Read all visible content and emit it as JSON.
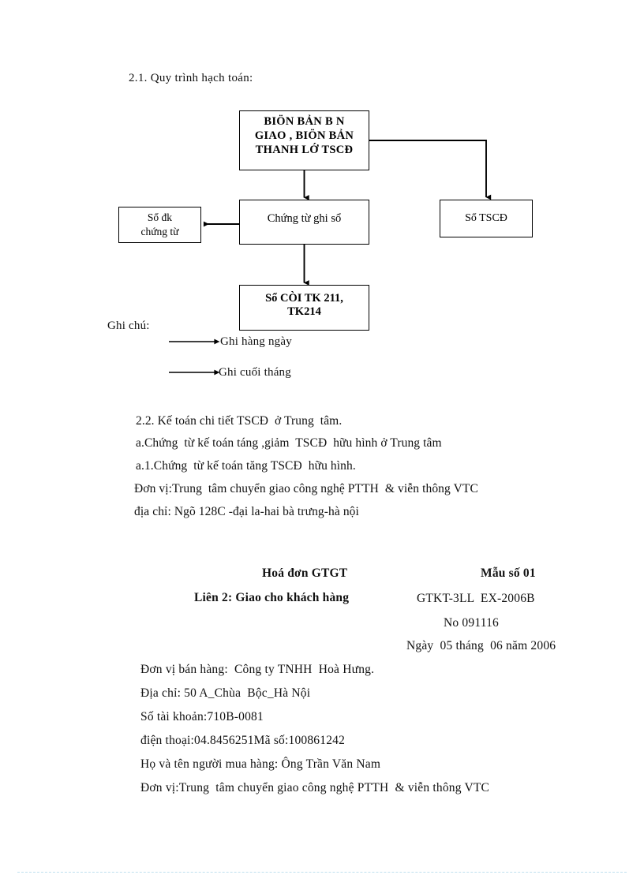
{
  "document": {
    "heading": "2.1. Quy trình hạch toán:"
  },
  "flowchart": {
    "nodes": [
      {
        "id": "bien-ban",
        "label": "BIÖN BẢN B   N\nGIAO , BIÖN BẢN\nTHANH LỚ TSCĐ"
      },
      {
        "id": "chung-tu-ghi-so",
        "label": "Chứng từ ghi sổ"
      },
      {
        "id": "so-dk-chung-tu",
        "label": "Sổ đk\nchứng từ"
      },
      {
        "id": "so-tscd",
        "label": "Sổ TSCĐ"
      },
      {
        "id": "so-cai",
        "label": "Sổ CÒI TK 211,\nTK214"
      }
    ],
    "legend": {
      "title": "Ghi chú:",
      "daily": "Ghi hàng ngày",
      "monthly": "Ghi cuối tháng"
    }
  },
  "body": {
    "line_22": "2.2. Kế toán chi tiết TSCĐ  ở Trung  tâm.",
    "line_a": "a.Chứng  từ kế toán táng ,giảm  TSCĐ  hữu hình ở Trung tâm",
    "line_a1": "a.1.Chứng  từ kế toán tăng TSCĐ  hữu hình.",
    "line_don_vi": "Đơn vị:Trung  tâm chuyển giao công nghệ PTTH  & viễn thông VTC",
    "line_dia_chi": "địa chỉ: Ngõ 128C -đại la-hai bà trưng-hà nội"
  },
  "invoice": {
    "title": "Hoá đơn GTGT",
    "form_no": "Mẫu số 01",
    "copy_line": "Liên 2: Giao cho khách hàng",
    "form_code": "GTKT-3LL  EX-2006B",
    "serial": "No 091116",
    "date": "Ngày  05 tháng  06 năm 2006",
    "seller": "Đơn vị bán hàng:  Công ty TNHH  Hoà Hưng.",
    "address": "Địa chỉ: 50 A_Chùa  Bộc_Hà Nội",
    "account": "Số tài khoản:710B-0081",
    "phone_tax": "điện thoại:04.8456251Mã số:100861242",
    "buyer": "Họ và tên người mua hàng: Ông Trần Văn Nam",
    "buyer_unit": "Đơn vị:Trung  tâm chuyển giao công nghệ PTTH  & viễn thông VTC"
  },
  "colors": {
    "ink": "#111111",
    "rule": "#bfe0ef"
  }
}
